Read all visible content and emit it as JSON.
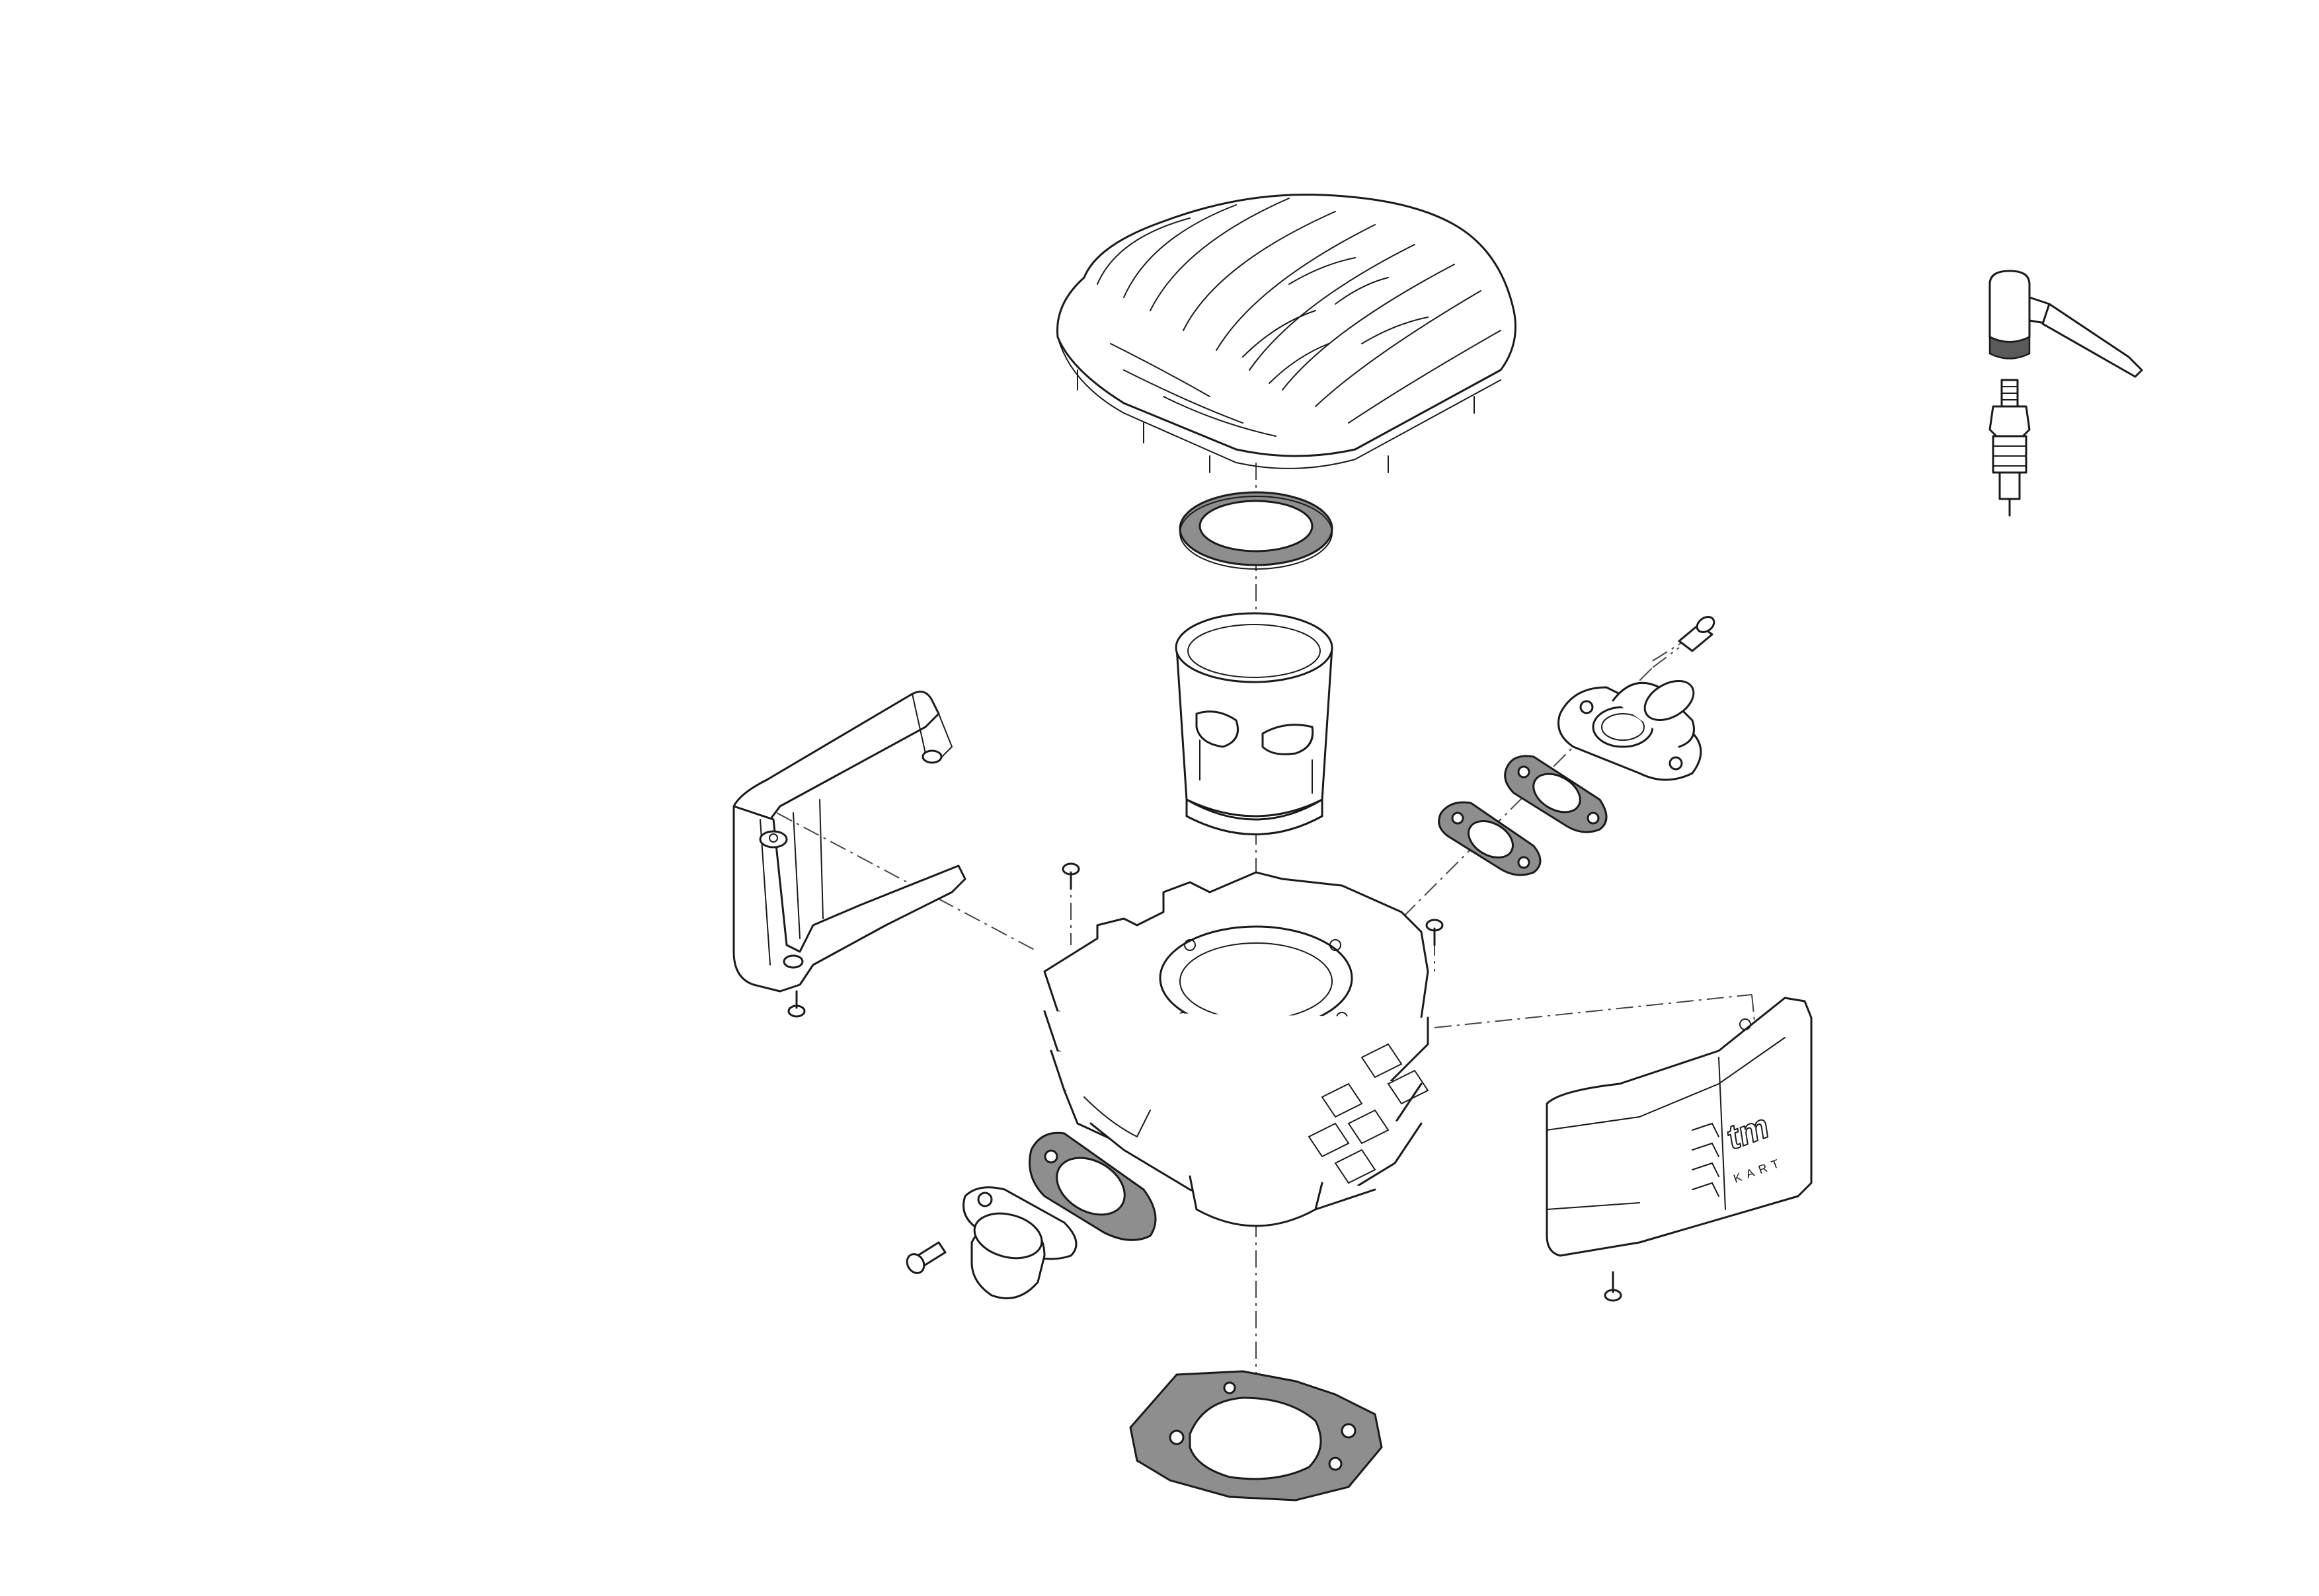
{
  "diagram": {
    "colors": {
      "line": "#1a1a1a",
      "gasket": "#8e8e8e",
      "dark_part": "#5a5a5a",
      "background": "#ffffff"
    },
    "parts": [
      {
        "id": "cylinder-head",
        "icon": "finned-cylinder-head"
      },
      {
        "id": "head-gasket",
        "icon": "ring-gasket"
      },
      {
        "id": "cylinder-liner",
        "icon": "sleeve"
      },
      {
        "id": "cylinder-block",
        "icon": "finned-cylinder"
      },
      {
        "id": "base-gasket",
        "icon": "flat-gasket"
      },
      {
        "id": "intake-flange-top",
        "icon": "flanged-manifold"
      },
      {
        "id": "intake-gasket-small",
        "icon": "oval-gasket"
      },
      {
        "id": "intake-gasket-large",
        "icon": "oval-gasket"
      },
      {
        "id": "exhaust-flange",
        "icon": "flanged-manifold"
      },
      {
        "id": "exhaust-gasket",
        "icon": "oval-gasket"
      },
      {
        "id": "left-shroud",
        "icon": "air-shroud"
      },
      {
        "id": "right-cover",
        "icon": "engine-cover"
      },
      {
        "id": "spark-plug",
        "icon": "spark-plug"
      },
      {
        "id": "spark-plug-cap",
        "icon": "plug-cap"
      }
    ],
    "cover_logo": {
      "brand": "tm",
      "sub": "KART"
    }
  }
}
